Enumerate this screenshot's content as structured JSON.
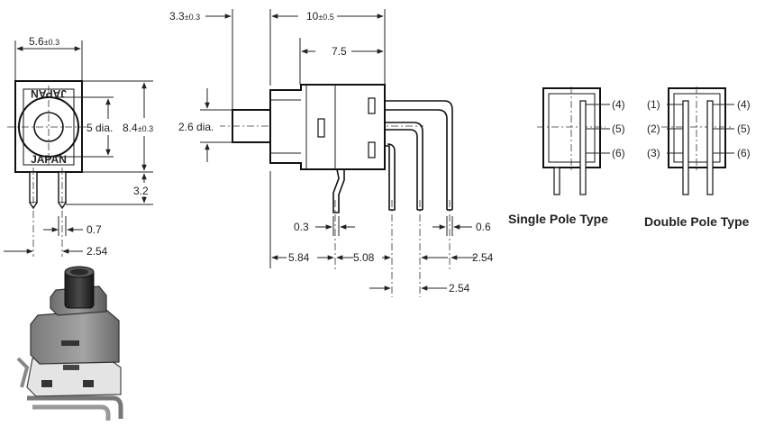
{
  "front_view": {
    "width_value": "5.6",
    "width_tol": "±0.3",
    "height_value": "8.4",
    "height_tol": "±0.3",
    "dia_label": "5 dia.",
    "marking_top": "JAPAN",
    "marking_bottom": "JAPAN",
    "pin_offset": "3.2",
    "pin_width": "0.7",
    "pin_pitch": "2.54"
  },
  "side_view": {
    "top_value": "3.3",
    "top_tol": "±0.3",
    "length_value": "10",
    "length_tol": "±0.5",
    "body_length": "7.5",
    "actuator_dia": "2.6 dia.",
    "pin_thickness": "0.3",
    "terminal_width": "0.6",
    "dim_a": "5.84",
    "dim_b": "5.08",
    "dim_c": "2.54",
    "dim_d": "2.54"
  },
  "schematics": {
    "single_title": "Single Pole Type",
    "double_title": "Double Pole Type",
    "single_pins": [
      "(4)",
      "(5)",
      "(6)"
    ],
    "double_left_pins": [
      "(1)",
      "(2)",
      "(3)"
    ],
    "double_right_pins": [
      "(4)",
      "(5)",
      "(6)"
    ]
  }
}
